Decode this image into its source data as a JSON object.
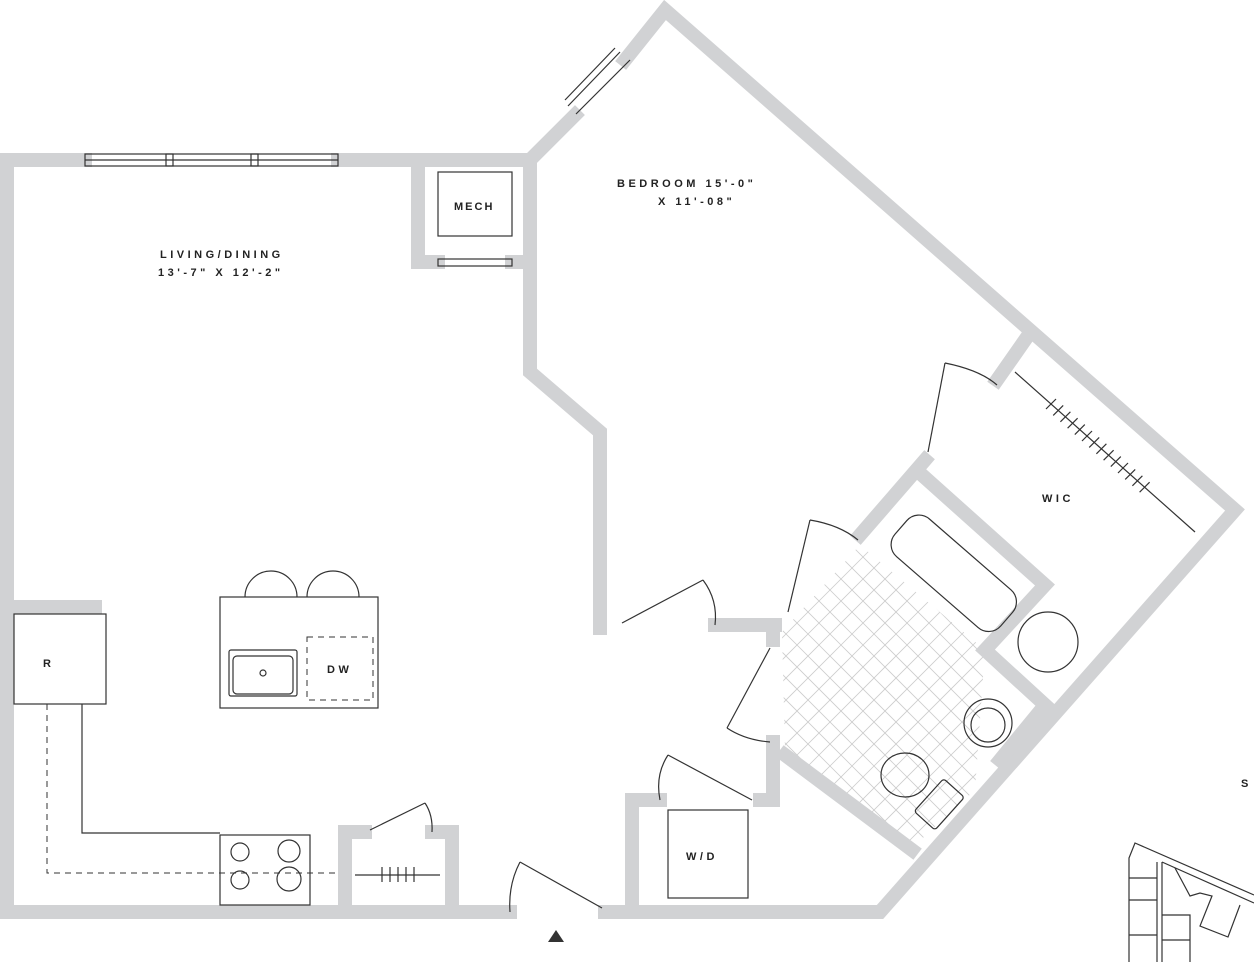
{
  "rooms": {
    "living": {
      "name": "LIVING/DINING",
      "dims": "13'-7\" X 12'-2\""
    },
    "bedroom": {
      "name": "BEDROOM 15'-0\"",
      "dims": "X 11'-08\""
    },
    "mech": "MECH",
    "wic": "WIC",
    "refrigerator": "R",
    "dishwasher": "DW",
    "washer_dryer": "W/D"
  },
  "key_plan": {
    "north_label": "S"
  },
  "colors": {
    "wall": "#d1d2d4",
    "line": "#333333"
  },
  "icons": {
    "entry": "triangle-up"
  }
}
